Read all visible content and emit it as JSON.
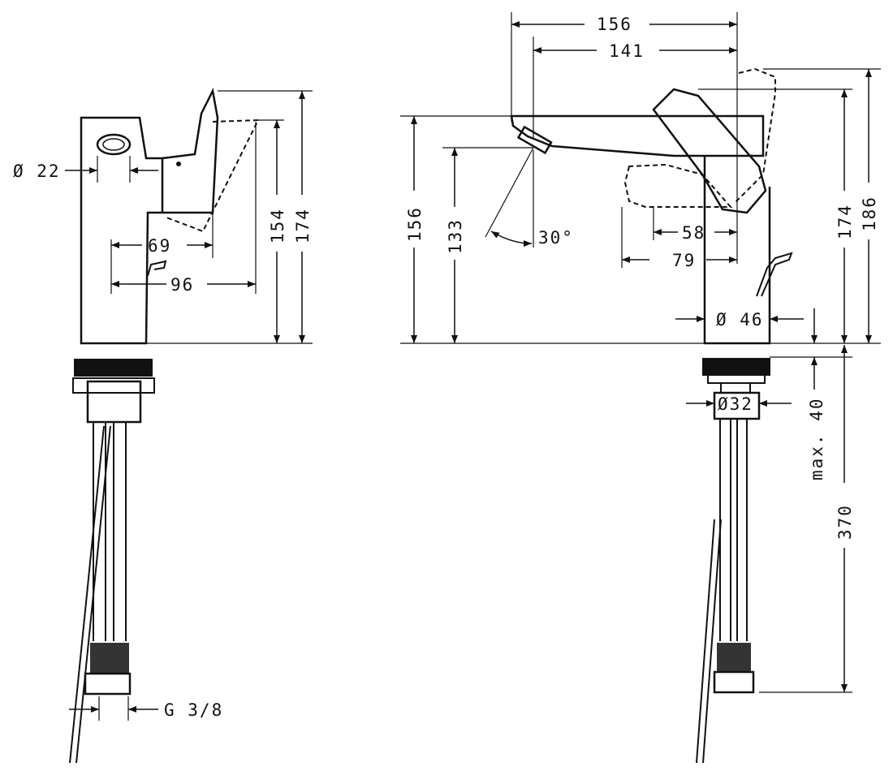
{
  "diagram": {
    "side_view": {
      "dims": {
        "aerator_dia": "Ø 22",
        "lever_reach_69": "69",
        "lever_reach_96": "96",
        "height_154": "154",
        "height_174": "174",
        "thread": "G 3/8"
      }
    },
    "front_view": {
      "dims": {
        "width_156": "156",
        "width_141": "141",
        "height_156": "156",
        "height_133": "133",
        "angle": "30°",
        "lever_58": "58",
        "lever_79": "79",
        "height_174": "174",
        "height_186": "186",
        "body_dia": "Ø 46",
        "shank_dia": "Ø32",
        "max_thickness": "max. 40",
        "hose_length": "370"
      }
    },
    "colors": {
      "line": "#111111",
      "background": "#ffffff"
    }
  }
}
